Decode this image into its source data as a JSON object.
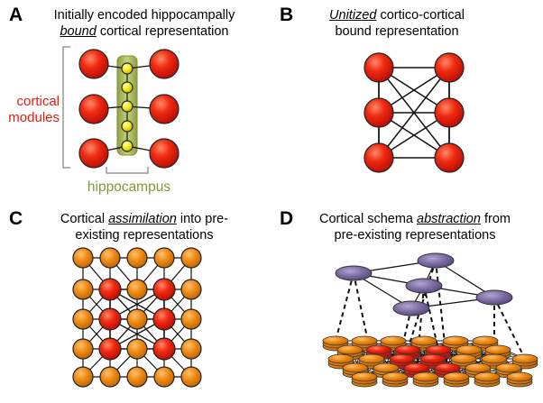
{
  "panels": {
    "a": {
      "letter": "A",
      "caption_line1": "Initially encoded hippocampally",
      "caption_line2_em": "bound",
      "caption_line2_rest": " cortical representation",
      "label_cortical_1": "cortical",
      "label_cortical_2": "modules",
      "label_hippocampus": "hippocampus"
    },
    "b": {
      "letter": "B",
      "caption_line1_em": "Unitized",
      "caption_line1_rest": " cortico-cortical",
      "caption_line2": "bound representation"
    },
    "c": {
      "letter": "C",
      "caption_line1_pre": "Cortical ",
      "caption_line1_em": "assimilation",
      "caption_line1_rest": " into pre-",
      "caption_line2": "existing representations"
    },
    "d": {
      "letter": "D",
      "caption_line1_pre": "Cortical schema ",
      "caption_line1_em": "abstraction",
      "caption_line1_rest": " from",
      "caption_line2": "pre-existing representations"
    }
  },
  "colors": {
    "cortical_node": "#e8180c",
    "hippocampal_node": "#f5ec1a",
    "hippocampus_band": "#a7b85a",
    "hippocampus_text": "#7f9a3a",
    "cortical_text": "#e8180c",
    "existing_node": "#ee8a12",
    "schema_node": "#7b6aa0"
  }
}
